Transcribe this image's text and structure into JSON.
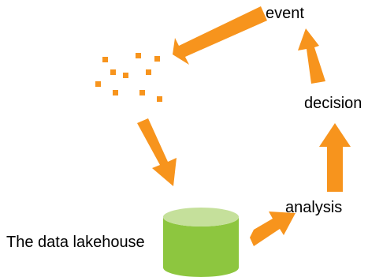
{
  "labels": {
    "event": "event",
    "decision": "decision",
    "analysis": "analysis",
    "lakehouse": "The data lakehouse"
  },
  "colors": {
    "arrow": "#F7941D",
    "dots": "#F7941D",
    "cylinder_body": "#8DC63F",
    "cylinder_top": "#C5E09B"
  }
}
